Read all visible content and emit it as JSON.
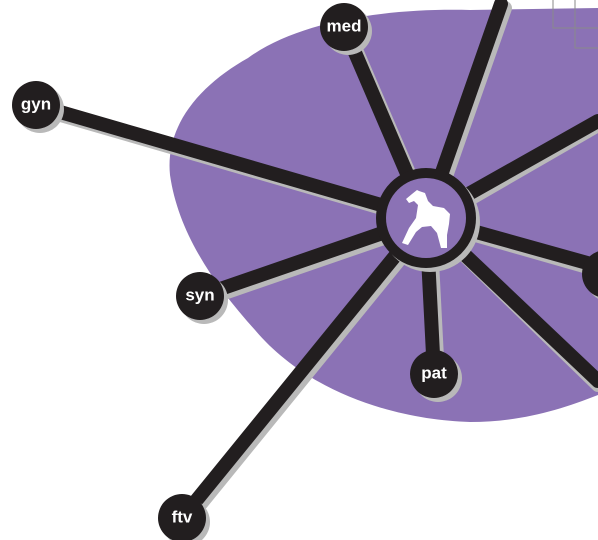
{
  "diagram": {
    "colors": {
      "background": "#ffffff",
      "blob": "#8b72b5",
      "spoke": "#221e1f",
      "shadow": "#b9b9b9",
      "hub_ring": "#221e1f",
      "hub_inner": "#8b72b5",
      "icon": "#ffffff",
      "label_text": "#ffffff"
    },
    "hub": {
      "icon": "dala-horse-icon"
    },
    "nodes": [
      {
        "id": "med",
        "label": "med"
      },
      {
        "id": "gyn",
        "label": "gyn"
      },
      {
        "id": "syn",
        "label": "syn"
      },
      {
        "id": "pat",
        "label": "pat"
      },
      {
        "id": "ftv",
        "label": "ftv"
      }
    ]
  }
}
